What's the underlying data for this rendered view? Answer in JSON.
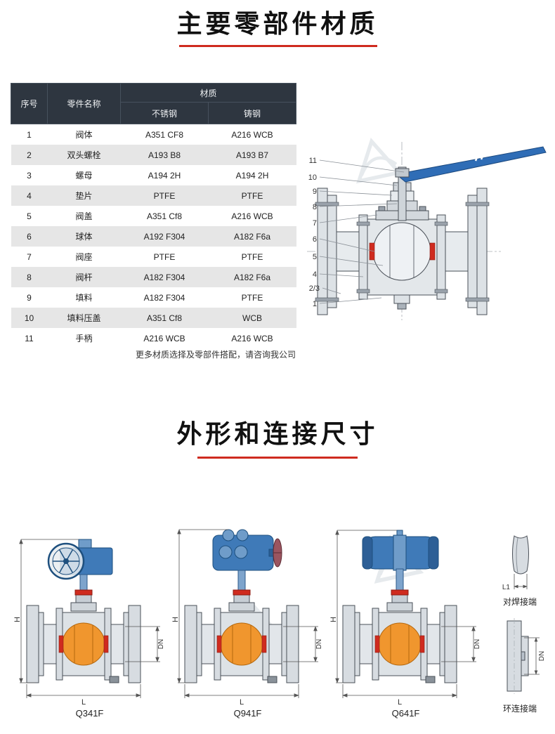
{
  "page": {
    "sections": {
      "materials": {
        "title": "主要零部件材质"
      },
      "dimensions": {
        "title": "外形和连接尺寸"
      }
    }
  },
  "colors": {
    "accent_red": "#cf2b1f",
    "table_header_bg": "#2e3640",
    "actuator_blue": "#3f7ab8",
    "handle_blue": "#2f6db6",
    "ball_orange": "#f0962e",
    "seat_red": "#cf2b1f"
  },
  "materials_table": {
    "header": {
      "no": "序号",
      "part_name": "零件名称",
      "material": "材质",
      "stainless": "不锈钢",
      "cast": "铸钢"
    },
    "rows": [
      {
        "no": "1",
        "part": "阀体",
        "stainless": "A351 CF8",
        "cast": "A216 WCB"
      },
      {
        "no": "2",
        "part": "双头螺栓",
        "stainless": "A193 B8",
        "cast": "A193 B7"
      },
      {
        "no": "3",
        "part": "螺母",
        "stainless": "A194 2H",
        "cast": "A194 2H"
      },
      {
        "no": "4",
        "part": "垫片",
        "stainless": "PTFE",
        "cast": "PTFE"
      },
      {
        "no": "5",
        "part": "阀盖",
        "stainless": "A351 Cf8",
        "cast": "A216 WCB"
      },
      {
        "no": "6",
        "part": "球体",
        "stainless": "A192 F304",
        "cast": "A182 F6a"
      },
      {
        "no": "7",
        "part": "阀座",
        "stainless": "PTFE",
        "cast": "PTFE"
      },
      {
        "no": "8",
        "part": "阀杆",
        "stainless": "A182 F304",
        "cast": "A182 F6a"
      },
      {
        "no": "9",
        "part": "填料",
        "stainless": "A182 F304",
        "cast": "PTFE"
      },
      {
        "no": "10",
        "part": "填料压盖",
        "stainless": "A351 Cf8",
        "cast": "WCB"
      },
      {
        "no": "11",
        "part": "手柄",
        "stainless": "A216 WCB",
        "cast": "A216 WCB"
      }
    ],
    "note": "更多材质选择及零部件搭配，请咨询我公司"
  },
  "structure_diagram": {
    "callouts": [
      "11",
      "10",
      "9",
      "8",
      "7",
      "6",
      "5",
      "4",
      "2/3",
      "1"
    ]
  },
  "dimension_section": {
    "models": [
      "Q341F",
      "Q941F",
      "Q641F"
    ],
    "dims": {
      "h": "H",
      "dn": "DN",
      "l": "L",
      "l1": "L1"
    },
    "connection_ends": {
      "weld": "对焊接端",
      "ring": "环连接端"
    }
  }
}
